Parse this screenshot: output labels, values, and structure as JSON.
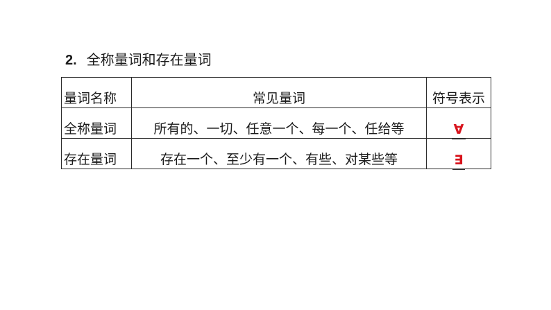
{
  "title": {
    "number": "2.",
    "text": "全称量词和存在量词"
  },
  "table": {
    "headers": [
      "量词名称",
      "常见量词",
      "符号表示"
    ],
    "rows": [
      {
        "name": "全称量词",
        "examples": "所有的、一切、任意一个、每一个、任给等",
        "symbol": "∀"
      },
      {
        "name": "存在量词",
        "examples": "存在一个、至少有一个、有些、对某些等",
        "symbol": "∃"
      }
    ]
  },
  "colors": {
    "symbol": "#d8141d",
    "border": "#2a2a2a",
    "text": "#1a1a1a"
  }
}
